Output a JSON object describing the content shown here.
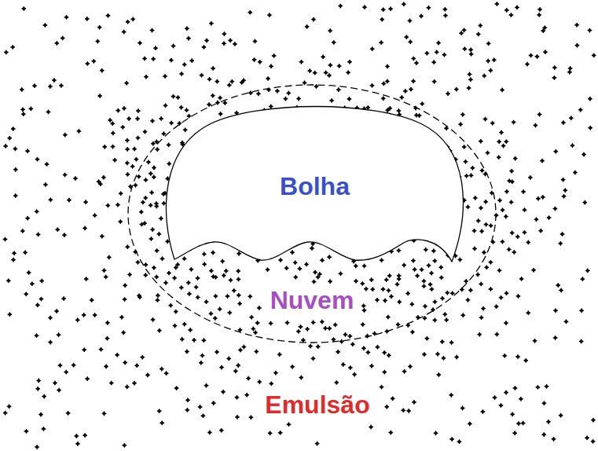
{
  "diagram": {
    "nodes": [
      {
        "text": [
          "Nuvem"
        ]
      },
      {
        "text": [
          "Bolha"
        ],
        "in": 0
      }
    ],
    "labels": [
      "Emulsão"
    ]
  }
}
